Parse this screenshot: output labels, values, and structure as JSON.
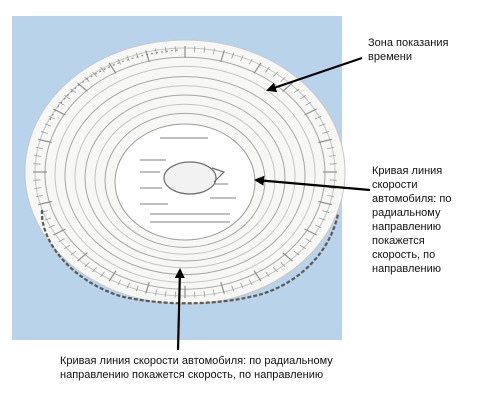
{
  "labels": {
    "time_zone": "Зона показания\nвремени",
    "speed_curve_right": "Кривая линия\nскорости\nавтомобиля: по\nрадиальному\nнаправлению\nпокажется\nскорость, по\nнаправлению",
    "speed_curve_bottom": "Кривая линия скорости автомобиля: по радиальному\nнаправлению покажется скорость, по направлению"
  },
  "colors": {
    "panel_background": "#b9d3ea",
    "disc_face": "#f7f7f5",
    "trace_ink": "#5a5a5a",
    "arrow_ink": "#000000"
  },
  "icons": {
    "pointer": "arrow-icon"
  }
}
